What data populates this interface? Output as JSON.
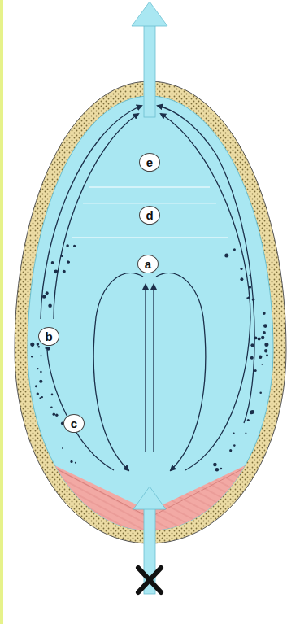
{
  "diagram": {
    "nodes": [
      {
        "text": [
          "e"
        ]
      },
      {
        "text": [
          "d"
        ]
      },
      {
        "text": [
          "a"
        ]
      },
      {
        "text": [
          "b"
        ]
      },
      {
        "text": [
          "c"
        ]
      }
    ]
  }
}
